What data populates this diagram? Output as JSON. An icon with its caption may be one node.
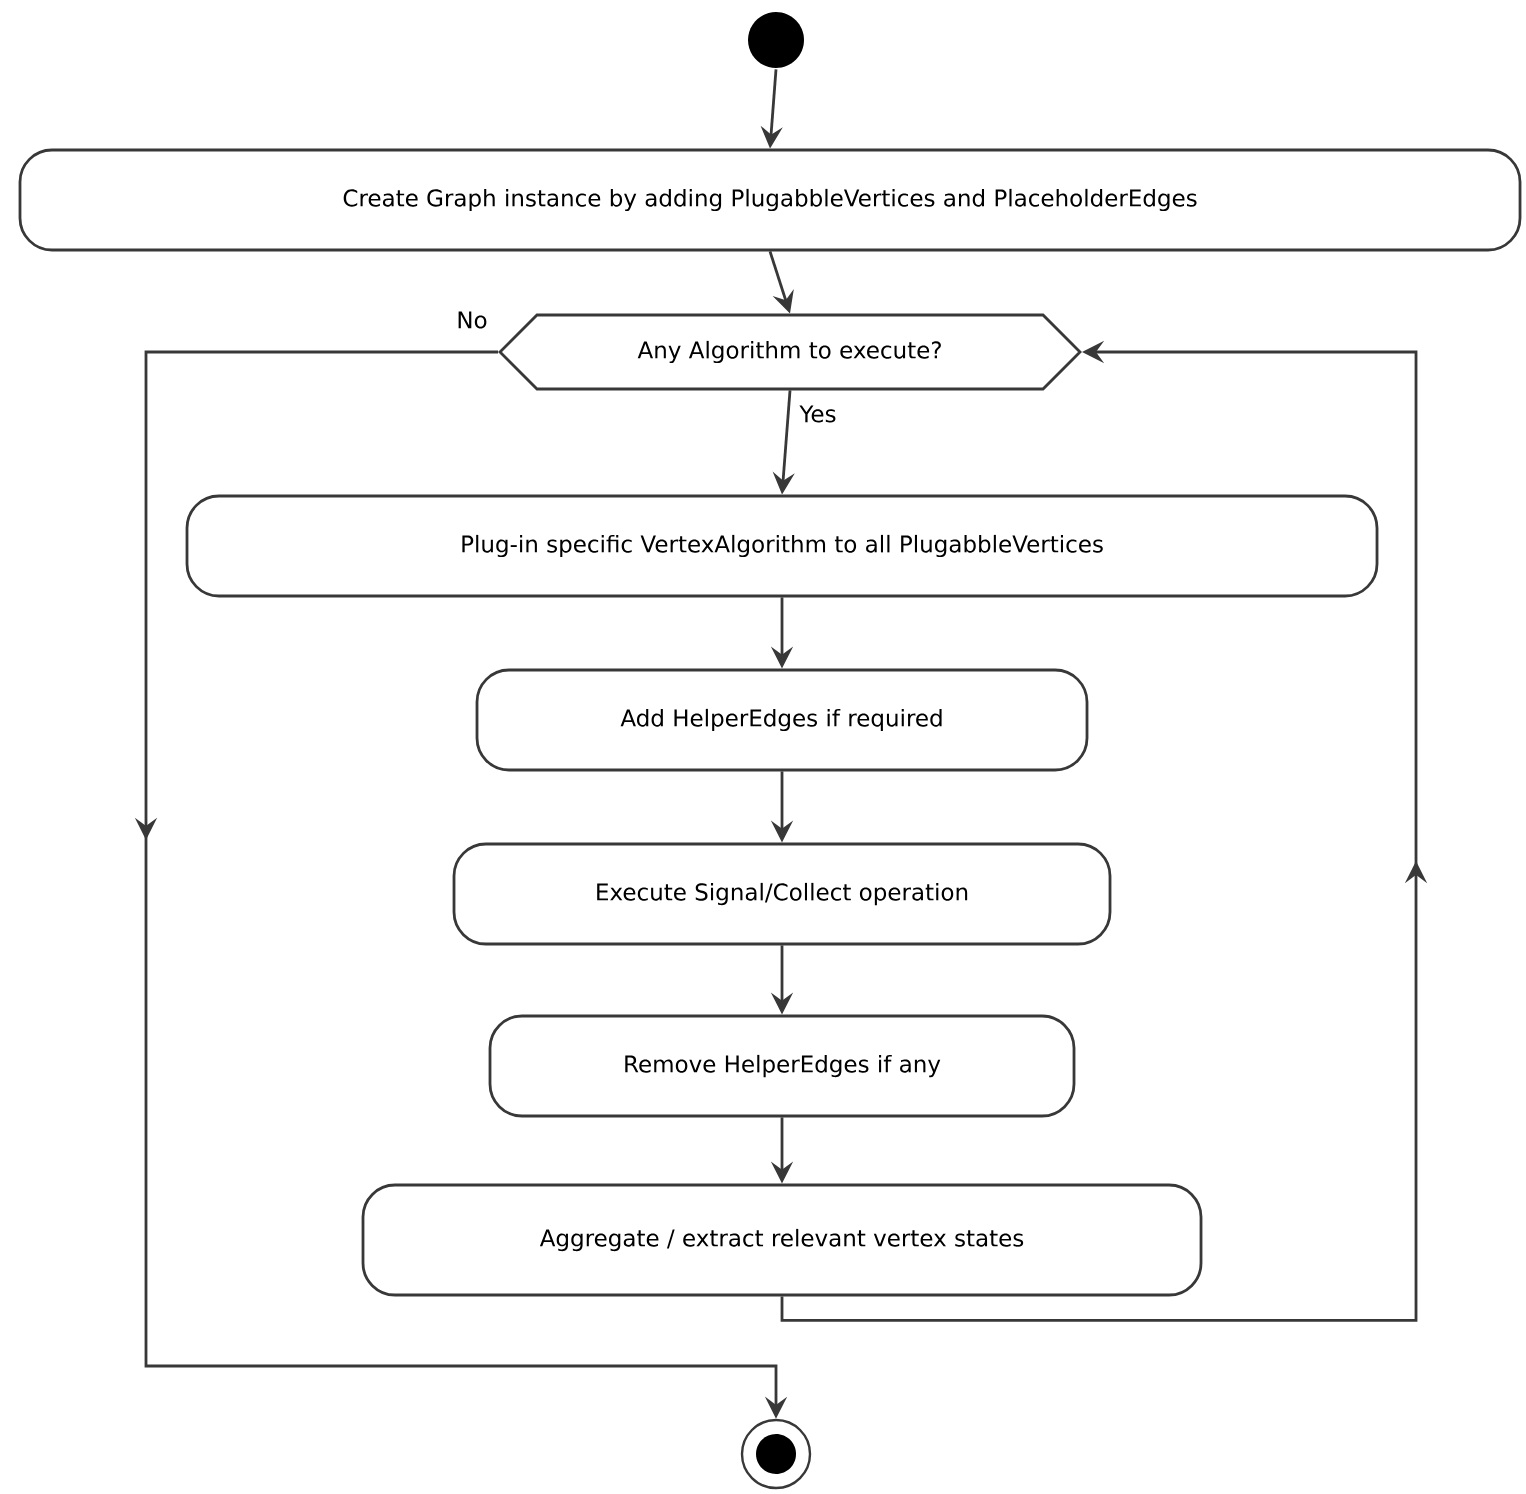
{
  "diagram": {
    "nodes": [
      {
        "text": [],
        "shape": "circle"
      },
      {
        "text": [
          "Create Graph instance by adding PlugabbleVertices and PlaceholderEdges"
        ]
      },
      {
        "text": [
          "Any Algorithm to execute?"
        ]
      },
      {
        "text": [
          "Plug-in specific VertexAlgorithm to all PlugabbleVertices"
        ]
      },
      {
        "text": [
          "Add HelperEdges if required"
        ]
      },
      {
        "text": [
          "Execute Signal/Collect operation"
        ]
      },
      {
        "text": [
          "Remove HelperEdges if any"
        ]
      },
      {
        "text": [
          "Aggregate / extract relevant vertex states"
        ]
      },
      {
        "text": [],
        "shape": "circle"
      }
    ],
    "edges": [
      {
        "from": 0,
        "to": 1,
        "arrow": "to"
      },
      {
        "from": 1,
        "to": 2,
        "arrow": "to"
      },
      {
        "from": 2,
        "to": 3,
        "arrow": "to",
        "label": "Yes"
      },
      {
        "from": 3,
        "to": 4,
        "arrow": "to"
      },
      {
        "from": 4,
        "to": 5,
        "arrow": "to"
      },
      {
        "from": 5,
        "to": 6,
        "arrow": "to"
      },
      {
        "from": 6,
        "to": 7,
        "arrow": "to"
      },
      {
        "from": 7,
        "to": 2,
        "arrow": "to"
      },
      {
        "from": 2,
        "to": 8,
        "arrow": "to",
        "label": "No"
      }
    ]
  }
}
